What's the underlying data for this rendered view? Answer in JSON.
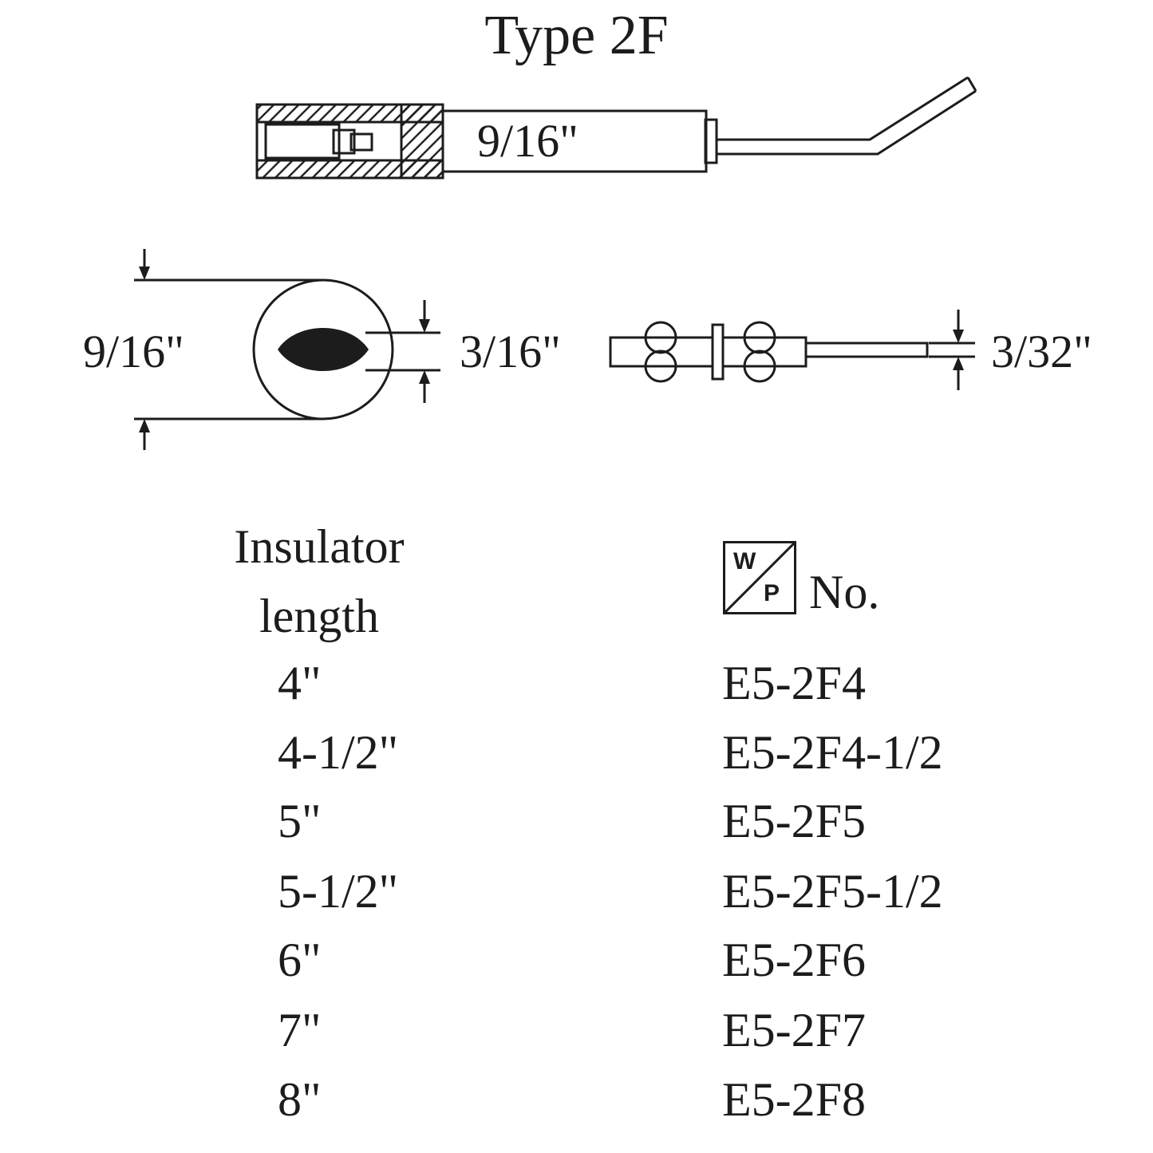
{
  "title": "Type 2F",
  "drawing": {
    "dim_body_length": "9/16\"",
    "dim_end_view_diameter": "9/16\"",
    "dim_electrode_tip": "3/16\"",
    "dim_rod_diameter": "3/32\""
  },
  "parts_table": {
    "header_col1_line1": "Insulator",
    "header_col1_line2": "length",
    "logo_letter_top": "W",
    "logo_letter_bottom": "P",
    "header_col2": "No.",
    "rows": [
      {
        "length": "4\"",
        "part": "E5-2F4"
      },
      {
        "length": "4-1/2\"",
        "part": "E5-2F4-1/2"
      },
      {
        "length": "5\"",
        "part": "E5-2F5"
      },
      {
        "length": "5-1/2\"",
        "part": "E5-2F5-1/2"
      },
      {
        "length": "6\"",
        "part": "E5-2F6"
      },
      {
        "length": "7\"",
        "part": "E5-2F7"
      },
      {
        "length": "8\"",
        "part": "E5-2F8"
      }
    ]
  },
  "colors": {
    "ink": "#1c1c1c",
    "background": "#ffffff"
  }
}
